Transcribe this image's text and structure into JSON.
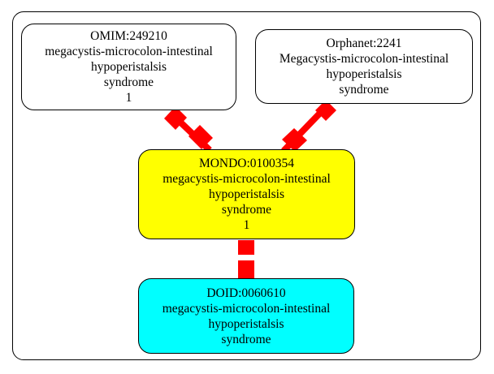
{
  "diagram": {
    "nodes": [
      {
        "id": "omim",
        "lines": [
          "OMIM:249210",
          "megacystis-microcolon-intestinal",
          "hypoperistalsis",
          "syndrome",
          "1"
        ],
        "fill": "#ffffff"
      },
      {
        "id": "orphanet",
        "lines": [
          "Orphanet:2241",
          "Megacystis-microcolon-intestinal",
          "hypoperistalsis",
          "syndrome"
        ],
        "fill": "#ffffff"
      },
      {
        "id": "mondo",
        "lines": [
          "MONDO:0100354",
          "megacystis-microcolon-intestinal",
          "hypoperistalsis",
          "syndrome",
          "1"
        ],
        "fill": "#ffff00"
      },
      {
        "id": "doid",
        "lines": [
          "DOID:0060610",
          "megacystis-microcolon-intestinal",
          "hypoperistalsis",
          "syndrome"
        ],
        "fill": "#00ffff"
      }
    ],
    "edges": [
      {
        "from": "omim",
        "to": "mondo",
        "color": "#ff0000",
        "style": "bidirectional-bar"
      },
      {
        "from": "orphanet",
        "to": "mondo",
        "color": "#ff0000",
        "style": "bidirectional-bar"
      },
      {
        "from": "mondo",
        "to": "doid",
        "color": "#ff0000",
        "style": "bidirectional-bar"
      }
    ]
  }
}
